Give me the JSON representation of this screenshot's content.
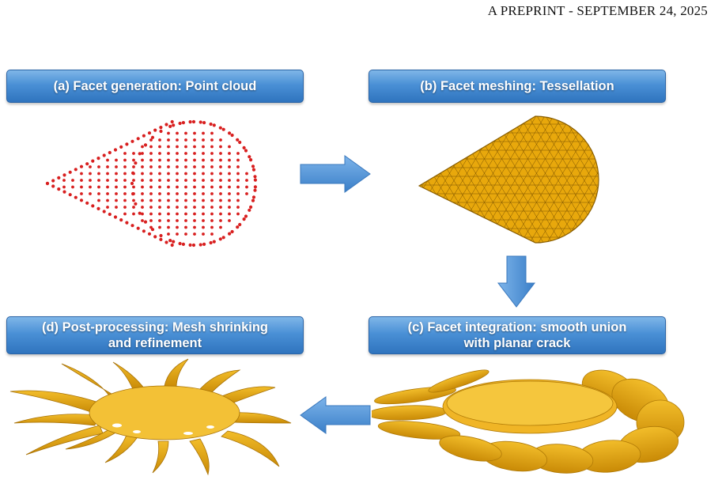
{
  "header": {
    "text_a": "A PREPRINT",
    "separator": " - ",
    "text_b": "SEPTEMBER 24, 2025"
  },
  "steps": {
    "a": {
      "line1": "(a) Facet generation: Point cloud"
    },
    "b": {
      "line1": "(b) Facet meshing: Tessellation"
    },
    "c": {
      "line1": "(c) Facet integration: smooth union",
      "line2": "with planar crack"
    },
    "d": {
      "line1": "(d) Post-processing: Mesh shrinking",
      "line2": "and refinement"
    }
  },
  "colors": {
    "banner_blue": "#3b82cc",
    "arrow_blue": "#4a8fd6",
    "point_red": "#d81f1f",
    "mesh_gold": "#e8a80c"
  },
  "icons": [
    "arrow-right-icon",
    "arrow-down-icon",
    "arrow-left-icon"
  ]
}
